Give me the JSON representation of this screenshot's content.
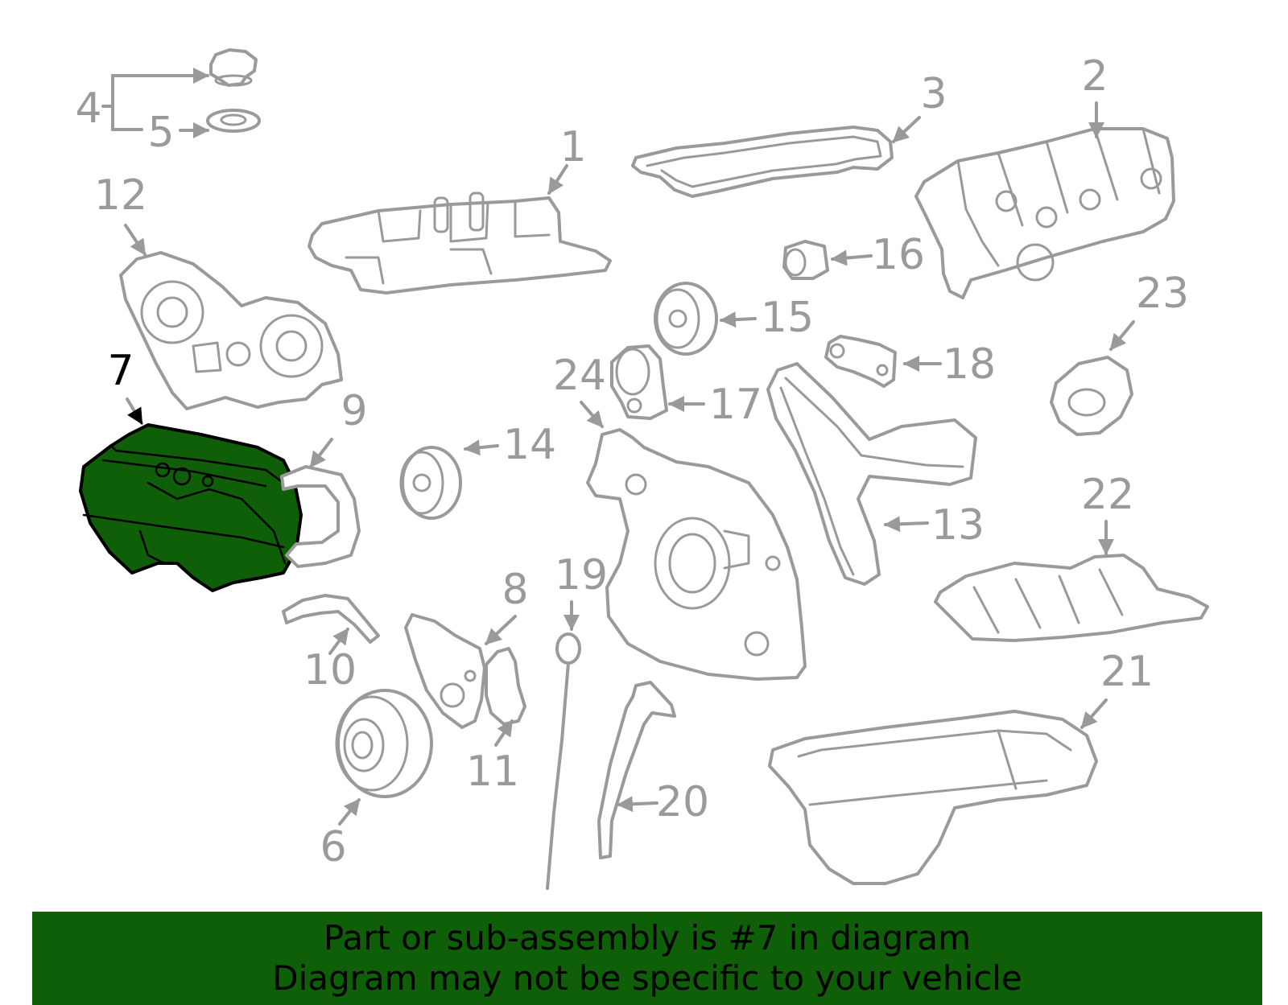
{
  "callouts": [
    "1",
    "2",
    "3",
    "4",
    "5",
    "6",
    "7",
    "8",
    "9",
    "10",
    "11",
    "12",
    "13",
    "14",
    "15",
    "16",
    "17",
    "18",
    "19",
    "20",
    "21",
    "22",
    "23",
    "24"
  ],
  "highlighted_part": "7",
  "colors": {
    "highlight": "#0f5e08",
    "part_line": "#9a9a9a",
    "highlight_outline": "#000000"
  },
  "banner": {
    "line1": "Part or sub-assembly is #7 in diagram",
    "line2": "Diagram may not be specific to your vehicle"
  }
}
